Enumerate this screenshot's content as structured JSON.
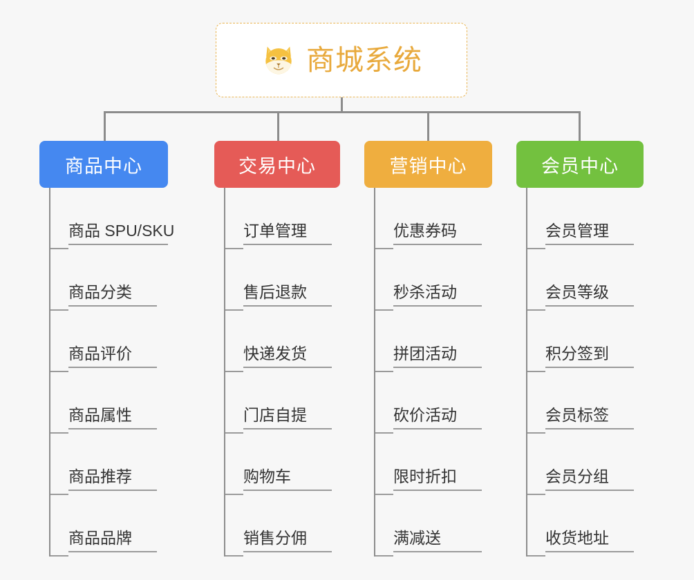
{
  "root": {
    "title": "商城系统",
    "icon": "shiba-dog-face-emoji",
    "title_color": "#e8a93c",
    "border_color": "#e9b451"
  },
  "theme": {
    "background": "#f7f7f7",
    "connector": "#8c8c8c",
    "leaf_text": "#333333",
    "leaf_rule": "#9a9a9a"
  },
  "columns": [
    {
      "label": "商品中心",
      "color": "#4588f0",
      "items": [
        {
          "label": "商品 SPU/SKU"
        },
        {
          "label": "商品分类"
        },
        {
          "label": "商品评价"
        },
        {
          "label": "商品属性"
        },
        {
          "label": "商品推荐"
        },
        {
          "label": "商品品牌"
        }
      ]
    },
    {
      "label": "交易中心",
      "color": "#e55b57",
      "items": [
        {
          "label": "订单管理"
        },
        {
          "label": "售后退款"
        },
        {
          "label": "快递发货"
        },
        {
          "label": "门店自提"
        },
        {
          "label": "购物车"
        },
        {
          "label": "销售分佣"
        }
      ]
    },
    {
      "label": "营销中心",
      "color": "#efae3f",
      "items": [
        {
          "label": "优惠券码"
        },
        {
          "label": "秒杀活动"
        },
        {
          "label": "拼团活动"
        },
        {
          "label": "砍价活动"
        },
        {
          "label": "限时折扣"
        },
        {
          "label": "满减送"
        }
      ]
    },
    {
      "label": "会员中心",
      "color": "#73c13f",
      "items": [
        {
          "label": "会员管理"
        },
        {
          "label": "会员等级"
        },
        {
          "label": "积分签到"
        },
        {
          "label": "会员标签"
        },
        {
          "label": "会员分组"
        },
        {
          "label": "收货地址"
        }
      ]
    }
  ]
}
